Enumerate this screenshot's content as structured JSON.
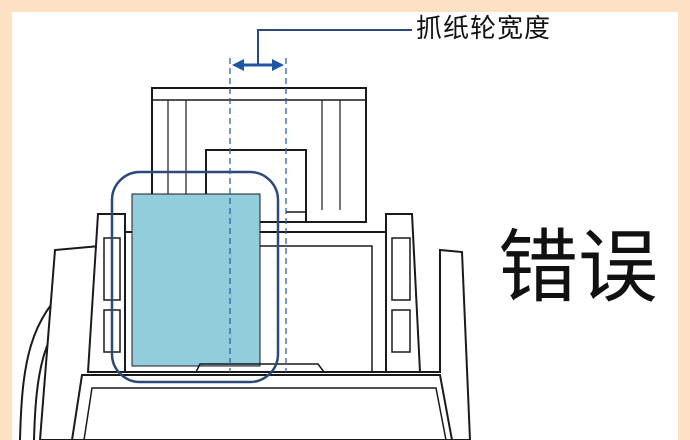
{
  "callout": {
    "label": "抓纸轮宽度"
  },
  "verdict": {
    "label": "错误"
  },
  "colors": {
    "frame": "#fde1c4",
    "paper": "#92cddc",
    "highlight": "#2b4a7a",
    "arrow": "#1f56a8",
    "guide": "#2f5db0",
    "line": "#1a1a1a"
  },
  "icons": [
    "scanner-illustration",
    "width-arrow-icon"
  ]
}
